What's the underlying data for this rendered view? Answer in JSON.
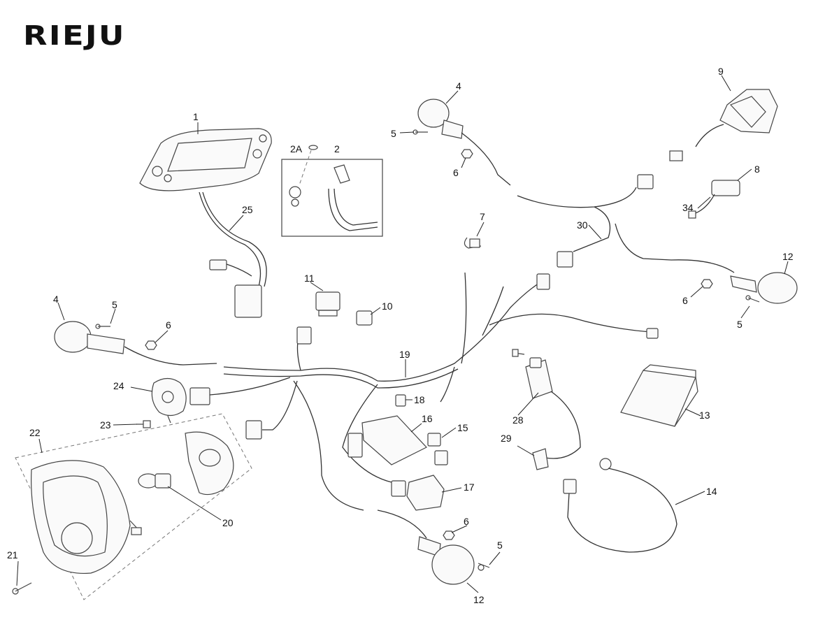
{
  "brand": {
    "logo_text": "RIEJU"
  },
  "callouts": {
    "c1": "1",
    "c2": "2",
    "c2a": "2A",
    "c4a": "4",
    "c4b": "4",
    "c5a": "5",
    "c5b": "5",
    "c5c": "5",
    "c5d": "5",
    "c6a": "6",
    "c6b": "6",
    "c6c": "6",
    "c6d": "6",
    "c7": "7",
    "c8": "8",
    "c9": "9",
    "c10": "10",
    "c11": "11",
    "c12a": "12",
    "c12b": "12",
    "c13": "13",
    "c14": "14",
    "c15": "15",
    "c16": "16",
    "c17": "17",
    "c18": "18",
    "c19": "19",
    "c20": "20",
    "c21": "21",
    "c22": "22",
    "c23": "23",
    "c24": "24",
    "c25": "25",
    "c28": "28",
    "c29": "29",
    "c30": "30",
    "c34": "34"
  }
}
